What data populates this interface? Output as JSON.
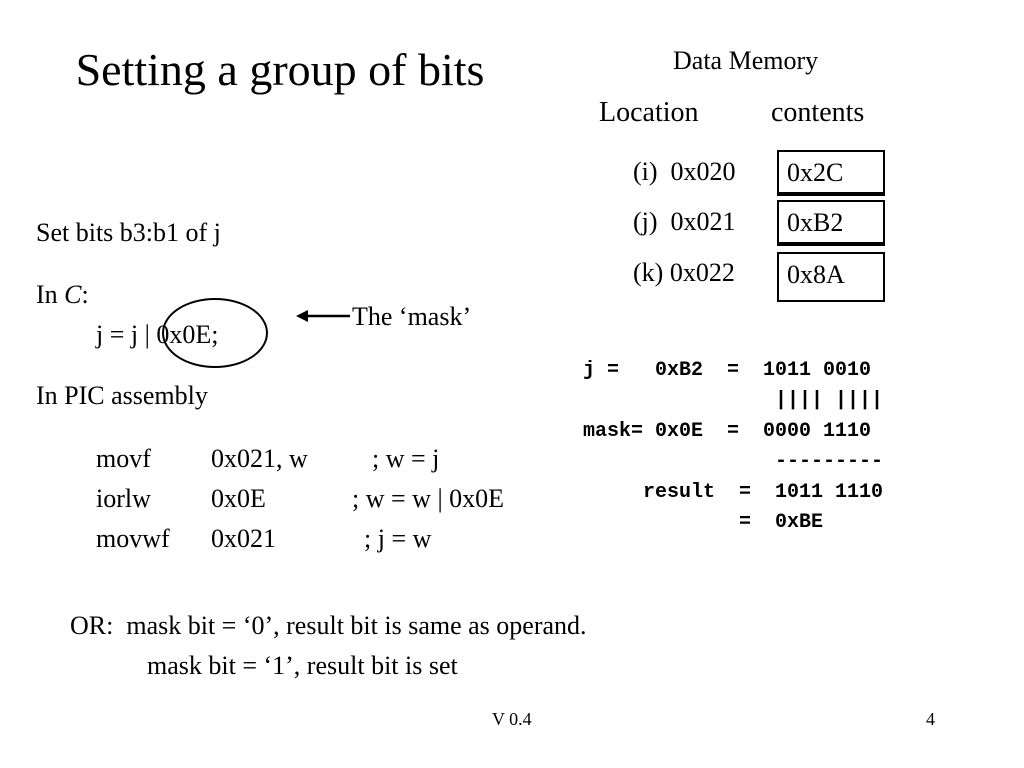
{
  "slide": {
    "title": "Setting a group of bits",
    "set_bits": "Set bits b3:b1 of j",
    "in_c_prefix": "In ",
    "in_c_lang": "C",
    "in_c_suffix": ":",
    "c_code": "j = j | 0x0E;",
    "mask_label": "The ‘mask’",
    "in_pic": "In PIC assembly",
    "asm": [
      {
        "op": "movf",
        "args": "0x021, w",
        "comment": "; w = j"
      },
      {
        "op": "iorlw",
        "args": "0x0E",
        "comment": "; w = w | 0x0E"
      },
      {
        "op": "movwf",
        "args": "0x021",
        "comment": "; j = w"
      }
    ],
    "or_line1": "OR:  mask bit = ‘0’, result bit is same as operand.",
    "or_line2": "mask bit = ‘1’, result bit is set",
    "footer_version": "V 0.4",
    "footer_page": "4"
  },
  "memory": {
    "header": "Data Memory",
    "col_location": "Location",
    "col_contents": "contents",
    "rows": [
      {
        "label": "(i)  0x020",
        "value": "0x2C"
      },
      {
        "label": "(j)  0x021",
        "value": "0xB2"
      },
      {
        "label": "(k) 0x022",
        "value": "0x8A"
      }
    ]
  },
  "calc": {
    "lines": [
      "j =   0xB2  =  1011 0010",
      "                |||| ||||",
      "mask= 0x0E  =  0000 1110",
      "                ---------",
      "     result  =  1011 1110",
      "             =  0xBE"
    ]
  }
}
